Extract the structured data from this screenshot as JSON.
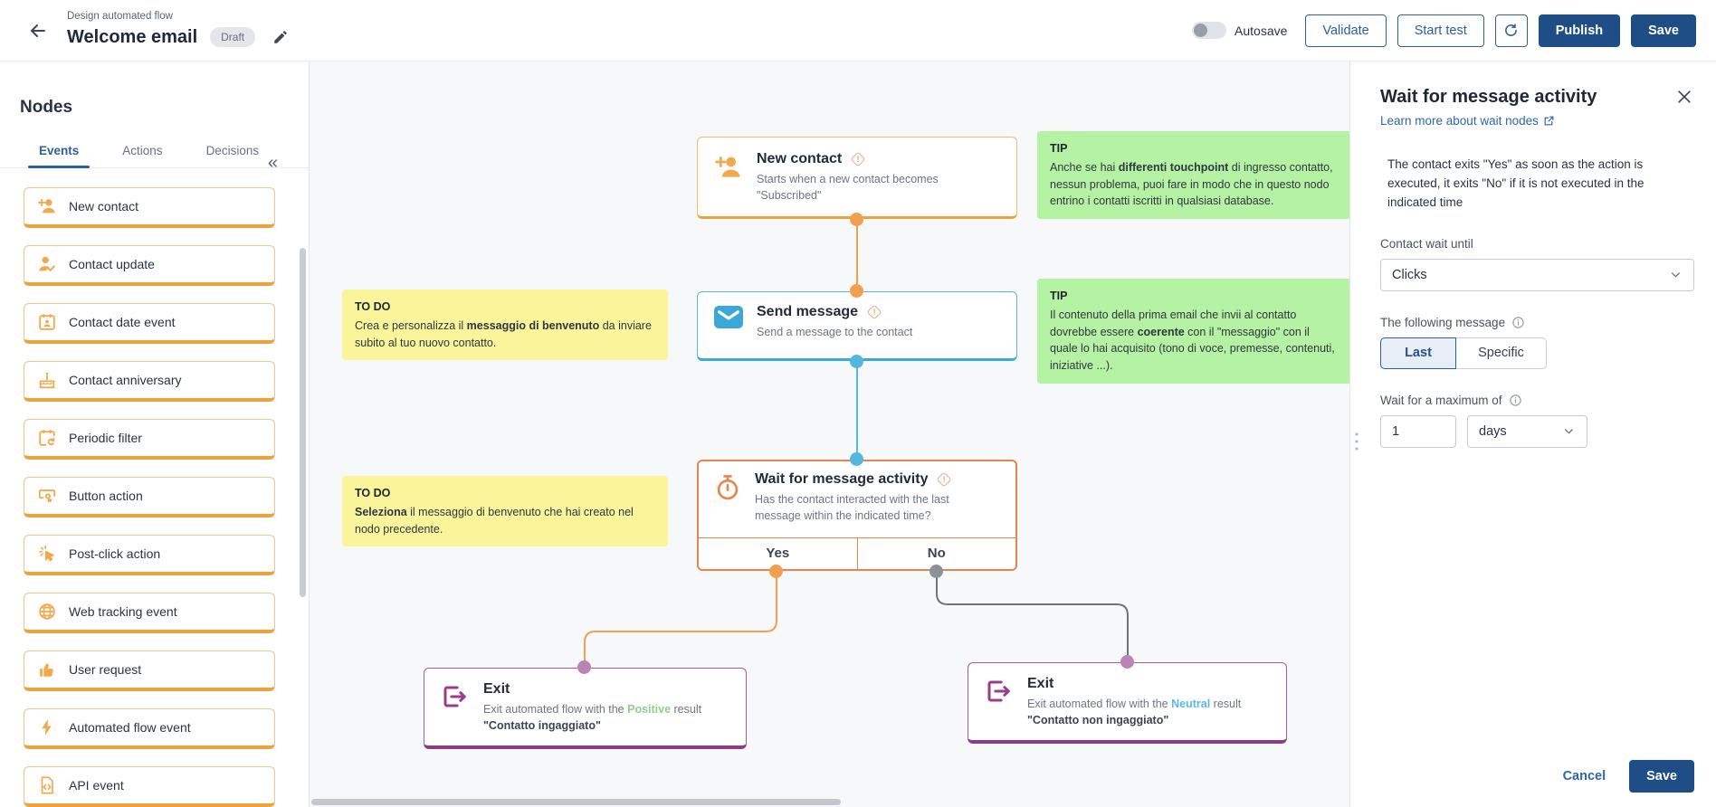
{
  "header": {
    "breadcrumb": "Design automated flow",
    "title": "Welcome email",
    "status_badge": "Draft",
    "autosave_label": "Autosave",
    "validate_label": "Validate",
    "start_test_label": "Start test",
    "publish_label": "Publish",
    "save_label": "Save"
  },
  "sidebar": {
    "title": "Nodes",
    "tabs": [
      {
        "label": "Events"
      },
      {
        "label": "Actions"
      },
      {
        "label": "Decisions"
      }
    ],
    "active_tab": "Events",
    "items": [
      {
        "label": "New contact",
        "icon": "person-plus-icon"
      },
      {
        "label": "Contact update",
        "icon": "person-check-icon"
      },
      {
        "label": "Contact date event",
        "icon": "calendar-contact-icon"
      },
      {
        "label": "Contact anniversary",
        "icon": "cake-icon"
      },
      {
        "label": "Periodic filter",
        "icon": "calendar-repeat-icon"
      },
      {
        "label": "Button action",
        "icon": "button-press-icon"
      },
      {
        "label": "Post-click action",
        "icon": "cursor-click-icon"
      },
      {
        "label": "Web tracking event",
        "icon": "globe-icon"
      },
      {
        "label": "User request",
        "icon": "thumbs-up-icon"
      },
      {
        "label": "Automated flow event",
        "icon": "lightning-icon"
      },
      {
        "label": "API event",
        "icon": "file-code-icon"
      }
    ]
  },
  "canvas": {
    "nodes": {
      "new_contact": {
        "title": "New contact",
        "description": "Starts when a new contact becomes \"Subscribed\""
      },
      "send_message": {
        "title": "Send message",
        "description": "Send a message to the contact"
      },
      "wait": {
        "title": "Wait for message activity",
        "description": "Has the contact interacted with the last message within the indicated time?",
        "yes_label": "Yes",
        "no_label": "No"
      },
      "exit_positive": {
        "title": "Exit",
        "text_pre": "Exit automated flow with the ",
        "result": "Positive",
        "text_post": " result",
        "quote": "\"Contatto ingaggiato\""
      },
      "exit_neutral": {
        "title": "Exit",
        "text_pre": "Exit automated flow with the ",
        "result": "Neutral",
        "text_post": " result",
        "quote": "\"Contatto non ingaggiato\""
      }
    },
    "notes": [
      {
        "type": "tip",
        "label": "TIP",
        "pre": "Anche se hai ",
        "bold": "differenti touchpoint",
        "post": " di ingresso contatto, nessun problema, puoi fare in modo che in questo nodo entrino i contatti iscritti in qualsiasi database."
      },
      {
        "type": "tip",
        "label": "TIP",
        "pre": "Il contenuto della prima email che invii al contatto dovrebbe essere ",
        "bold": "coerente",
        "post": " con il \"messaggio\" con il quale lo hai acquisito (tono di voce, premesse, contenuti, iniziative ...)."
      },
      {
        "type": "todo",
        "label": "TO DO",
        "pre": "Crea e personalizza il ",
        "bold": "messaggio di benvenuto",
        "post": " da inviare subito al tuo nuovo contatto."
      },
      {
        "type": "todo",
        "label": "TO DO",
        "pre": "",
        "bold": "Seleziona",
        "post": " il messaggio di benvenuto che hai creato nel nodo precedente."
      }
    ]
  },
  "panel": {
    "title": "Wait for message activity",
    "learn_more": "Learn more about wait nodes",
    "description": "The contact exits \"Yes\" as soon as the action is executed, it exits \"No\" if it is not executed in the indicated time",
    "contact_wait_until": {
      "label": "Contact wait until",
      "value": "Clicks"
    },
    "following_message": {
      "label": "The following message",
      "options": [
        "Last",
        "Specific"
      ],
      "selected": "Last"
    },
    "wait_maximum": {
      "label": "Wait for a maximum of",
      "value": "1",
      "unit": "days"
    },
    "cancel_label": "Cancel",
    "save_label": "Save"
  },
  "colors": {
    "primary_blue": "#1F4E87",
    "outline_blue": "#2D5E9E",
    "link_blue": "#2D66B0",
    "event_orange": "#EFA23B",
    "action_blue": "#3FA8D4",
    "exit_purple": "#8E3B85",
    "selected_orange": "#E8854C",
    "tip_green": "#B5F2A3",
    "todo_yellow": "#FAF49B",
    "positive_green": "#8FCF8F",
    "neutral_blue": "#5BB8E8"
  }
}
